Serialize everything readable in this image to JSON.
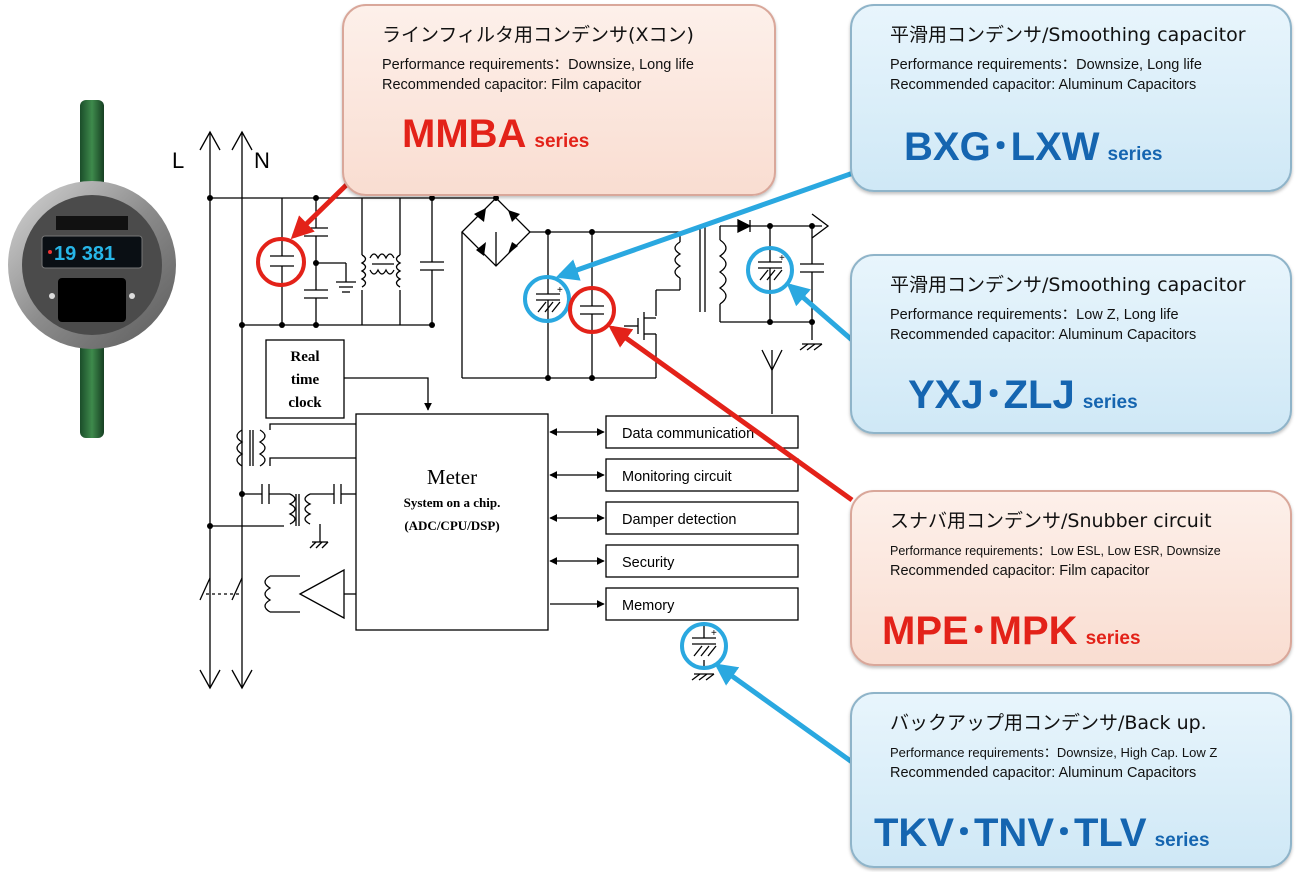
{
  "meter": {
    "display": "19 381"
  },
  "lines": {
    "l": "L",
    "n": "N"
  },
  "blocks": {
    "rtc": [
      "Real",
      "time",
      "clock"
    ],
    "meter_title": "Meter",
    "meter_sub1": "System on a chip.",
    "meter_sub2": "(ADC/CPU/DSP)",
    "io": [
      "Data communication",
      "Monitoring circuit",
      "Damper detection",
      "Security",
      "Memory"
    ]
  },
  "callouts": {
    "xcap": {
      "title": "ラインフィルタ用コンデンサ(Xコン)",
      "req": "Performance requirements：Downsize, Long life",
      "rec": "Recommended capacitor: Film capacitor",
      "series": "MMBA",
      "series_suffix": "series"
    },
    "smooth1": {
      "title": "平滑用コンデンサ/Smoothing capacitor",
      "req": "Performance requirements：Downsize, Long life",
      "rec": "Recommended capacitor: Aluminum Capacitors",
      "series": "BXG･LXW",
      "series_suffix": "series"
    },
    "smooth2": {
      "title": "平滑用コンデンサ/Smoothing capacitor",
      "req": "Performance requirements：Low Z, Long life",
      "rec": "Recommended capacitor: Aluminum Capacitors",
      "series": "YXJ･ZLJ",
      "series_suffix": "series"
    },
    "snubber": {
      "title": "スナバ用コンデンサ/Snubber circuit",
      "req": "Performance requirements：Low ESL, Low ESR, Downsize",
      "rec": "Recommended capacitor: Film capacitor",
      "series": "MPE･MPK",
      "series_suffix": "series"
    },
    "backup": {
      "title": "バックアップ用コンデンサ/Back up.",
      "req": "Performance requirements：Downsize, High Cap. Low Z",
      "rec": "Recommended capacitor: Aluminum Capacitors",
      "series": "TKV･TNV･TLV",
      "series_suffix": "series"
    }
  },
  "colors": {
    "red": "#e32219",
    "blue": "#2aa8e0",
    "series_blue": "#1565b0"
  }
}
